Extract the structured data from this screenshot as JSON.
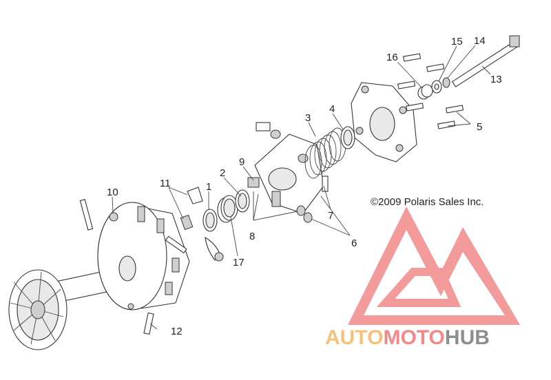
{
  "copyright": "©2009 Polaris Sales Inc.",
  "callouts": [
    {
      "id": "1",
      "text": "1"
    },
    {
      "id": "2",
      "text": "2"
    },
    {
      "id": "3",
      "text": "3"
    },
    {
      "id": "4",
      "text": "4"
    },
    {
      "id": "5",
      "text": "5"
    },
    {
      "id": "6",
      "text": "6"
    },
    {
      "id": "7",
      "text": "7"
    },
    {
      "id": "8",
      "text": "8"
    },
    {
      "id": "9",
      "text": "9"
    },
    {
      "id": "10",
      "text": "10"
    },
    {
      "id": "11",
      "text": "11"
    },
    {
      "id": "12",
      "text": "12"
    },
    {
      "id": "13",
      "text": "13"
    },
    {
      "id": "14",
      "text": "14"
    },
    {
      "id": "15",
      "text": "15"
    },
    {
      "id": "16",
      "text": "16"
    },
    {
      "id": "17",
      "text": "17"
    }
  ],
  "watermark": {
    "part1": "AUTO",
    "part2": "MOTO",
    "part3": "HUB",
    "logo_color": "#f28a8a",
    "auto_color": "#f6c27a",
    "hub_color": "#8e8e8e"
  }
}
